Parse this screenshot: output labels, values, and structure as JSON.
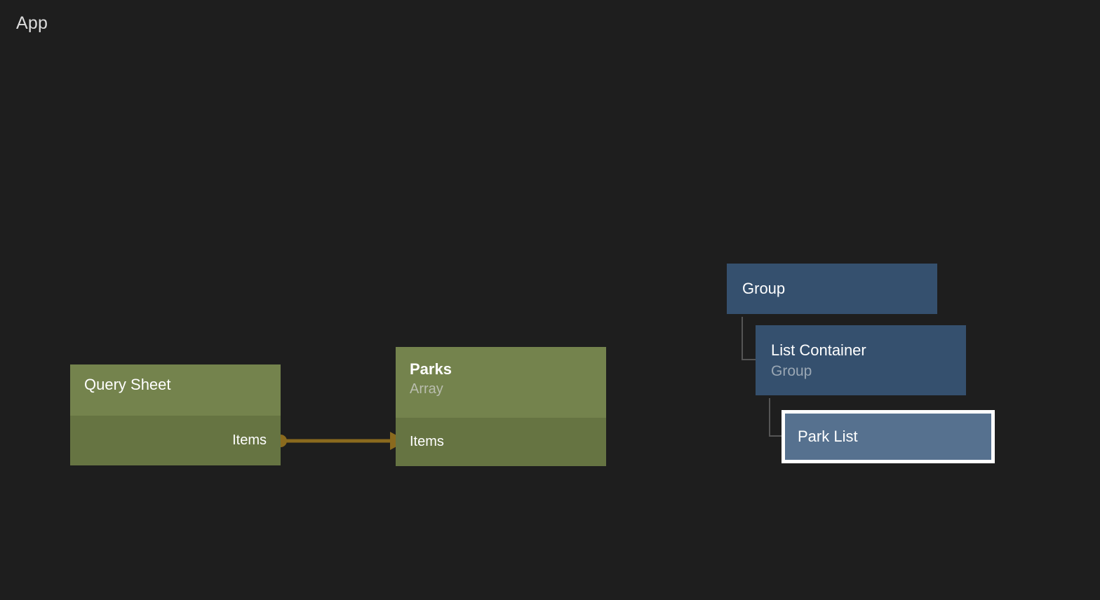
{
  "app": {
    "title": "App",
    "background_color": "#1e1e1e"
  },
  "colors": {
    "data_node_header": "#74834d",
    "data_node_body": "#667442",
    "ui_node": "#35506e",
    "ui_node_selected": "#56718f",
    "selection_border": "#ffffff",
    "edge": "#8a6a1e",
    "tree_connector": "#555555",
    "title_text": "#ffffff",
    "subtitle_text": "#b9bdae"
  },
  "nodes": [
    {
      "id": "query-sheet",
      "kind": "data",
      "title": "Query Sheet",
      "subtitle": "",
      "selected": false,
      "ports": [
        {
          "id": "items-out",
          "label": "Items",
          "direction": "out"
        }
      ]
    },
    {
      "id": "parks",
      "kind": "data",
      "title": "Parks",
      "subtitle": "Array",
      "selected": false,
      "ports": [
        {
          "id": "items-in",
          "label": "Items",
          "direction": "in"
        }
      ]
    },
    {
      "id": "group",
      "kind": "ui",
      "title": "Group",
      "subtitle": "",
      "selected": false
    },
    {
      "id": "list-container",
      "kind": "ui",
      "title": "List Container",
      "subtitle": "Group",
      "selected": false
    },
    {
      "id": "park-list",
      "kind": "ui",
      "title": "Park List",
      "subtitle": "",
      "selected": true
    }
  ],
  "edges": [
    {
      "id": "query-sheet-items-to-parks-items",
      "from_node": "query-sheet",
      "from_port": "Items",
      "to_node": "parks",
      "to_port": "Items",
      "source_marker": "dot",
      "target_marker": "arrow",
      "color": "#8a6a1e"
    }
  ],
  "tree_connectors": [
    {
      "id": "group-to-list-container",
      "from": "group",
      "to": "list-container"
    },
    {
      "id": "list-container-to-park-list",
      "from": "list-container",
      "to": "park-list"
    }
  ]
}
